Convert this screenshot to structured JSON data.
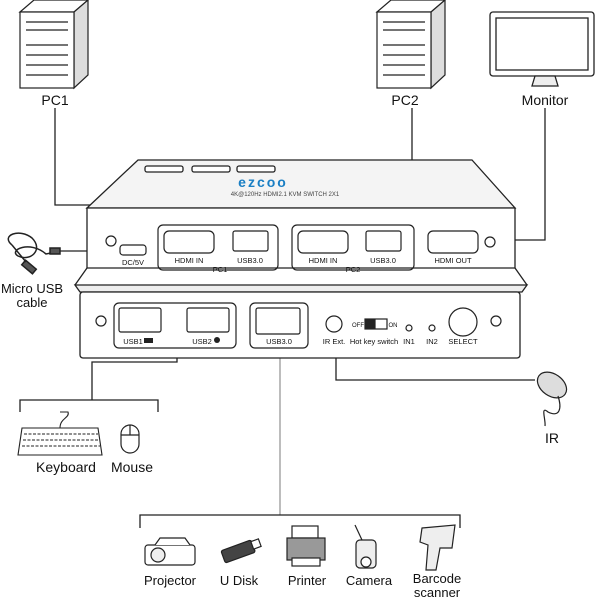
{
  "devices_top": {
    "pc1": "PC1",
    "pc2": "PC2",
    "monitor": "Monitor"
  },
  "cable": {
    "line1": "Micro USB",
    "line2": "cable"
  },
  "switch": {
    "brand": "ezcoo",
    "model": "4K@120Hz HDMI2.1 KVM SWITCH 2X1",
    "rear": {
      "dc": "DC/5V",
      "hdmi_in_1": "HDMI IN",
      "usb_1": "USB3.0",
      "group_1": "PC1",
      "hdmi_in_2": "HDMI IN",
      "usb_2": "USB3.0",
      "group_2": "PC2",
      "hdmi_out": "HDMI OUT"
    },
    "front": {
      "usb1": "USB1",
      "usb2": "USB2",
      "usb3": "USB3.0",
      "ir": "IR Ext.",
      "off": "OFF",
      "on": "ON",
      "hotkey": "Hot key switch",
      "in1": "IN1",
      "in2": "IN2",
      "select": "SELECT"
    }
  },
  "peripherals": {
    "keyboard": "Keyboard",
    "mouse": "Mouse",
    "ir": "IR"
  },
  "usb_devices": [
    {
      "label": "Projector",
      "icon": "projector-icon"
    },
    {
      "label": "U Disk",
      "icon": "usb-disk-icon"
    },
    {
      "label": "Printer",
      "icon": "printer-icon"
    },
    {
      "label": "Camera",
      "icon": "camera-icon"
    },
    {
      "label": "Barcode",
      "label2": "scanner",
      "icon": "barcode-scanner-icon"
    }
  ],
  "colors": {
    "brand": "#1a7fc4",
    "line": "#222222",
    "gray": "#777777"
  }
}
